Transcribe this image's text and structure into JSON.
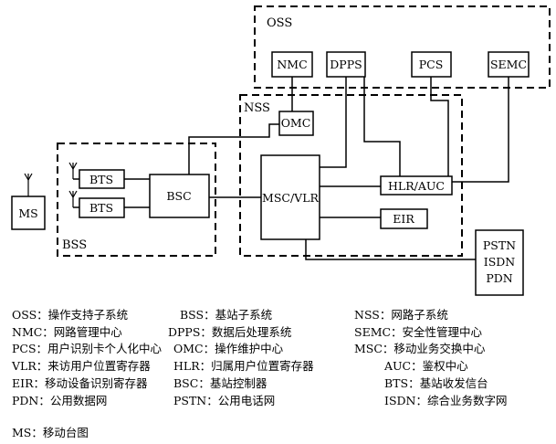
{
  "diagram": {
    "groups": {
      "oss": "OSS",
      "nss": "NSS",
      "bss": "BSS"
    },
    "nodes": {
      "nmc": "NMC",
      "dpps": "DPPS",
      "pcs": "PCS",
      "semc": "SEMC",
      "omc": "OMC",
      "msc_vlr": "MSC/VLR",
      "hlr_auc": "HLR/AUC",
      "eir": "EIR",
      "bts1": "BTS",
      "bts2": "BTS",
      "bsc": "BSC",
      "ms": "MS",
      "pstn": "PSTN",
      "isdn": "ISDN",
      "pdn": "PDN"
    }
  },
  "legend": {
    "oss": "OSS：操作支持子系统",
    "bss": "BSS：基站子系统",
    "nss": "NSS：网路子系统",
    "nmc": "NMC：网路管理中心",
    "dpps": "DPPS：数据后处理系统",
    "semc": "SEMC：安全性管理中心",
    "pcs": "PCS：用户识别卡个人化中心",
    "omc": "OMC：操作维护中心",
    "msc": "MSC：移动业务交换中心",
    "vlr": "VLR：来访用户位置寄存器",
    "hlr": "HLR：归属用户位置寄存器",
    "auc": "AUC：鉴权中心",
    "eir": "EIR：移动设备识别寄存器",
    "bsc": "BSC：基站控制器",
    "bts": "BTS：基站收发信台",
    "pdn": "PDN：公用数据网",
    "pstn": "PSTN：公用电话网",
    "isdn": "ISDN：综合业务数字网",
    "ms": "MS：移动台图"
  }
}
